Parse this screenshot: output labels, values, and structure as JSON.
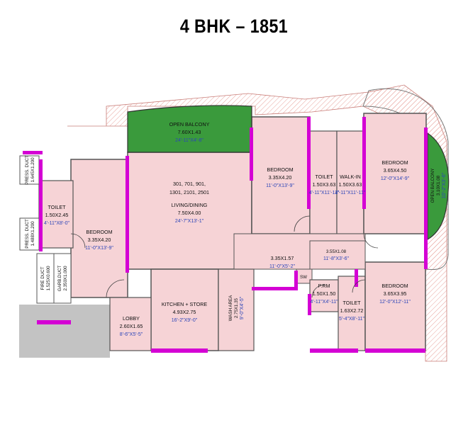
{
  "title": "4 BHK – 1851",
  "rooms": {
    "open_balcony_top": {
      "name": "OPEN BALCONY",
      "size": "7.60X1.43",
      "imperial": "24'-11\"X4'-8\""
    },
    "living": {
      "floors_1": "301, 701, 901,",
      "floors_2": "1301, 2101, 2501",
      "name": "LIVING/DINING",
      "size": "7.50X4.00",
      "imperial": "24'-7\"X13'-1\""
    },
    "bedroom_left": {
      "name": "BEDROOM",
      "size": "3.35X4.20",
      "imperial": "11'-0\"X13'-9\""
    },
    "toilet_left": {
      "name": "TOILET",
      "size": "1.50X2.45",
      "imperial": "4'-11\"X8'-0\""
    },
    "bedroom_center": {
      "name": "BEDROOM",
      "size": "3.35X4.20",
      "imperial": "11'-0\"X13'-9\""
    },
    "toilet_center": {
      "name": "TOILET",
      "size": "1.50X3.63",
      "imperial": "4'-11\"X11'-11\""
    },
    "walkin": {
      "name": "WALK-IN",
      "size": "1.50X3.63",
      "imperial": "4'-11\"X11'-11\""
    },
    "bedroom_right": {
      "name": "BEDROOM",
      "size": "3.65X4.50",
      "imperial": "12'-0\"X14'-9\""
    },
    "open_balcony_right": {
      "name": "OPEN BALCONY",
      "size": "3.10X1.08",
      "imperial": "10'-2\"X3'-6\""
    },
    "passage": {
      "size": "3.35X1.57",
      "imperial": "11'-0\"X5'-2\""
    },
    "passage_right": {
      "size": "3.55X1.08",
      "imperial": "11'-8\"X3'-6\""
    },
    "kitchen": {
      "name": "KITCHEN + STORE",
      "size": "4.93X2.75",
      "imperial": "16'-2\"X9'-0\""
    },
    "lobby": {
      "name": "LOBBY",
      "size": "2.60X1.65",
      "imperial": "8'-6\"X5'-5\""
    },
    "wash_area": {
      "name": "WASH AREA",
      "size": "2.75X1.35",
      "imperial": "9'-0\"X4'-5\""
    },
    "prm": {
      "name": "P.RM",
      "size": "1.50X1.50",
      "imperial": "4'-11\"X4'-11\""
    },
    "toilet_bottom": {
      "name": "TOILET",
      "size": "1.63X2.72",
      "imperial": "5'-4\"X8'-11\""
    },
    "bedroom_bottom": {
      "name": "BEDROOM",
      "size": "3.65X3.95",
      "imperial": "12'-0\"X12'-11\""
    },
    "sw": {
      "name": "SW"
    }
  },
  "ducts": {
    "press_duct_1": {
      "name": "PRESS. DUCT",
      "size": "1.645X1.200"
    },
    "press_duct_2": {
      "name": "PRESS. DUCT",
      "size": "1.488X1.200"
    },
    "fire_duct": {
      "name": "FIRE DUCT",
      "size": "1.525X0.600"
    },
    "garb_duct": {
      "name": "GARB.DUCT",
      "size": "2.350X1.000"
    }
  },
  "colors": {
    "room_fill": "#f6d3d6",
    "balcony_fill": "#3a9a3c",
    "wall_accent": "#d400d4",
    "dim_text": "#2c45b8",
    "hatch": "#e8a39c",
    "shaft": "#bdbdbd"
  }
}
